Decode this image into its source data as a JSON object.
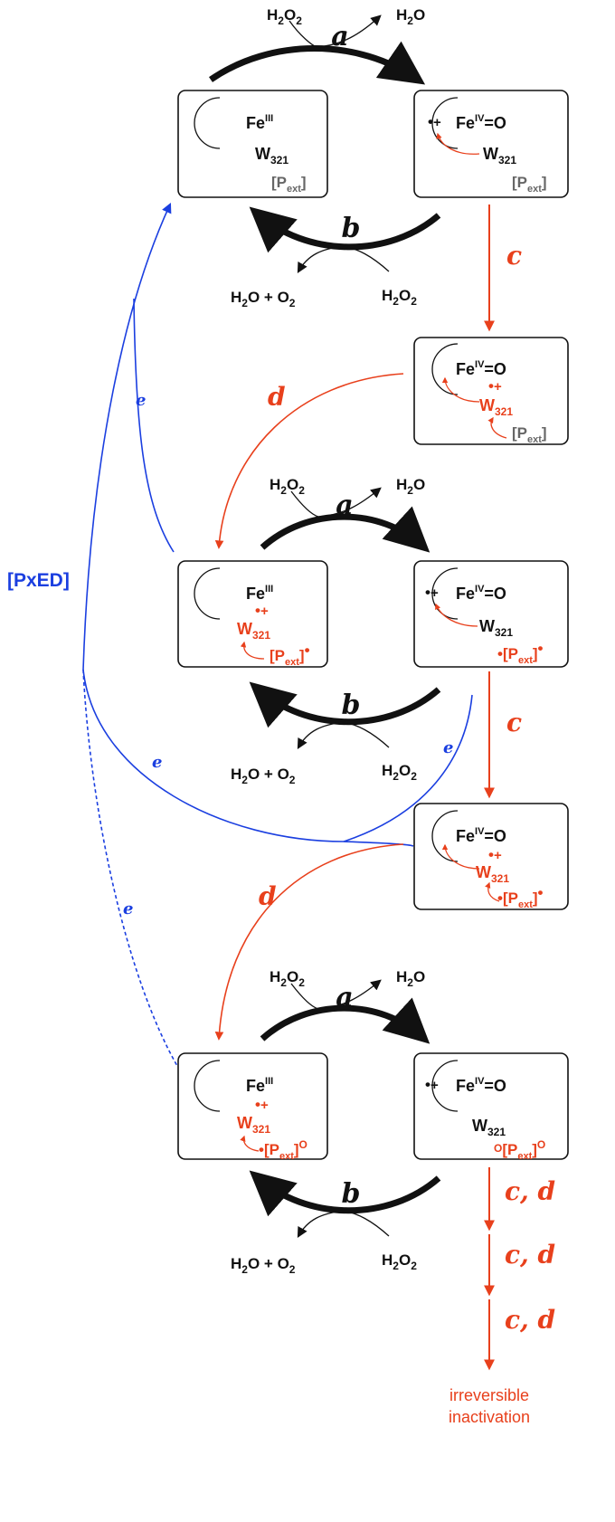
{
  "colors": {
    "black": "#111111",
    "red": "#e8401c",
    "blue": "#1b3fe0",
    "grey": "#666666"
  },
  "steps": {
    "a": "a",
    "b": "b",
    "c": "c",
    "d": "d",
    "e": "e",
    "cd": "c, d"
  },
  "molecules": {
    "h2o2_base": "H",
    "h2o2_sub1": "2",
    "h2o2_mid": "O",
    "h2o2_sub2": "2",
    "h2o_base": "H",
    "h2o_sub": "2",
    "h2o_mid": "O",
    "products_b_1": "H",
    "products_b_sub1": "2",
    "products_b_2": "O + O",
    "products_b_sub2": "2"
  },
  "species": {
    "fe": "Fe",
    "fe3": "III",
    "fe4": "IV",
    "oxo": "=O",
    "w": "W",
    "w_sub": "321",
    "pext_open": "[P",
    "pext_sub": "ext",
    "pext_close": "]",
    "radical": "•",
    "plus": "+",
    "ring_o": "O"
  },
  "inhibitor": "[PxED]",
  "final_state": {
    "line1": "irreversible",
    "line2": "inactivation"
  }
}
